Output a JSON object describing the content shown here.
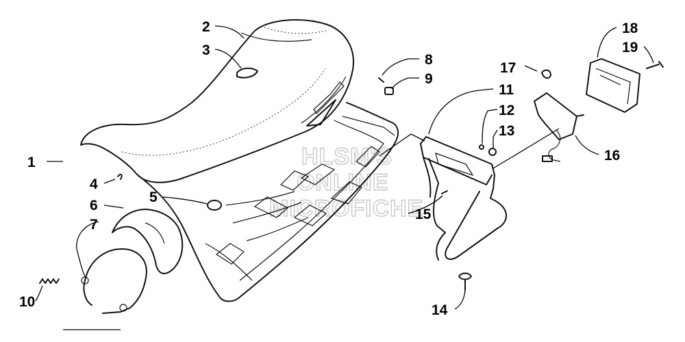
{
  "watermark": [
    "HLSM'S",
    "ONLINE",
    "MICROFICHE"
  ],
  "callouts": [
    "1",
    "2",
    "3",
    "4",
    "5",
    "6",
    "7",
    "8",
    "9",
    "10",
    "11",
    "12",
    "13",
    "14",
    "15",
    "16",
    "17",
    "18",
    "19"
  ],
  "colors": {
    "ink": "#000000",
    "background": "#ffffff",
    "watermark": "#c9c9c9"
  }
}
